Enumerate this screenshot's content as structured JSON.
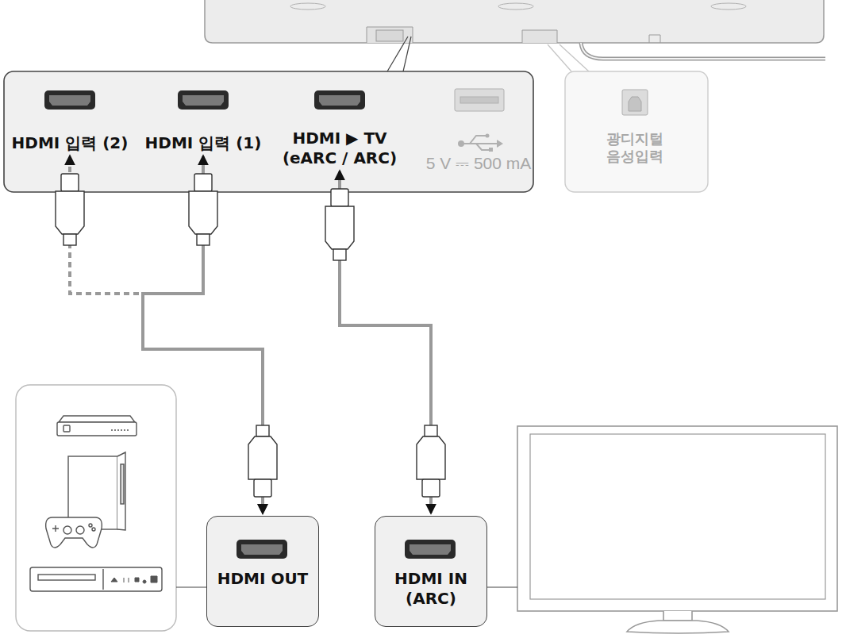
{
  "diagram": {
    "nodes": [
      {
        "text": [
          "HDMI 입력 (2)"
        ]
      },
      {
        "text": [
          "HDMI 입력 (1)"
        ]
      },
      {
        "text": [
          "HDMI ▶ TV (eARC / ARC)"
        ]
      },
      {
        "text": [
          "HDMI OUT"
        ]
      },
      {
        "text": [
          "HDMI IN (ARC)"
        ]
      }
    ],
    "edges": [
      {
        "from": 3,
        "to": 1,
        "arrow": "both"
      },
      {
        "from": 3,
        "to": 0,
        "arrow": "both"
      },
      {
        "from": 4,
        "to": 2,
        "arrow": "both"
      }
    ],
    "labels": [
      "5 V ⎓ 500 mA",
      "광디지털 음성입력"
    ]
  }
}
